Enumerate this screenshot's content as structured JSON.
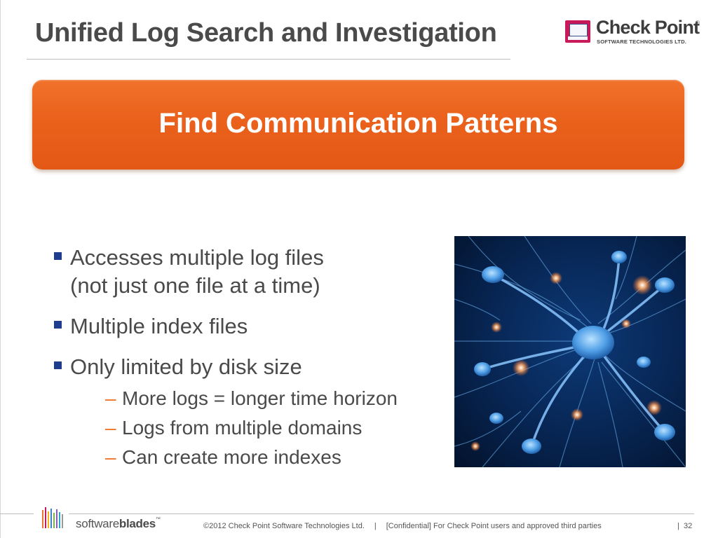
{
  "slide": {
    "title": "Unified Log Search and Investigation",
    "banner_heading": "Find Communication Patterns"
  },
  "logo": {
    "name": "Check Point",
    "trademark": "®",
    "subtitle": "SOFTWARE TECHNOLOGIES LTD.",
    "icon": "check-point-monitor-logo"
  },
  "bullets": [
    {
      "lines": [
        "Accesses multiple log files",
        "(not just one file at a time)"
      ],
      "sub": []
    },
    {
      "lines": [
        "Multiple index files"
      ],
      "sub": []
    },
    {
      "lines": [
        "Only limited by disk size"
      ],
      "sub": [
        "More logs = longer time horizon",
        "Logs from multiple domains",
        "Can create more indexes"
      ]
    }
  ],
  "sub_bullet_marker": "–",
  "image": {
    "subject": "neurons-network-image"
  },
  "footer": {
    "brand_light": "software",
    "brand_bold": "blades",
    "brand_tm": "™",
    "copyright": "©2012 Check Point Software Technologies Ltd.",
    "separator": "|",
    "confidential": "[Confidential] For Check Point users and approved third parties",
    "page_number": "32"
  },
  "colors": {
    "banner_orange": "#ea611c",
    "bullet_blue": "#1f3d8f",
    "dash_orange": "#f0722b",
    "text_gray": "#4a4a4a",
    "logo_magenta": "#c8195a"
  }
}
